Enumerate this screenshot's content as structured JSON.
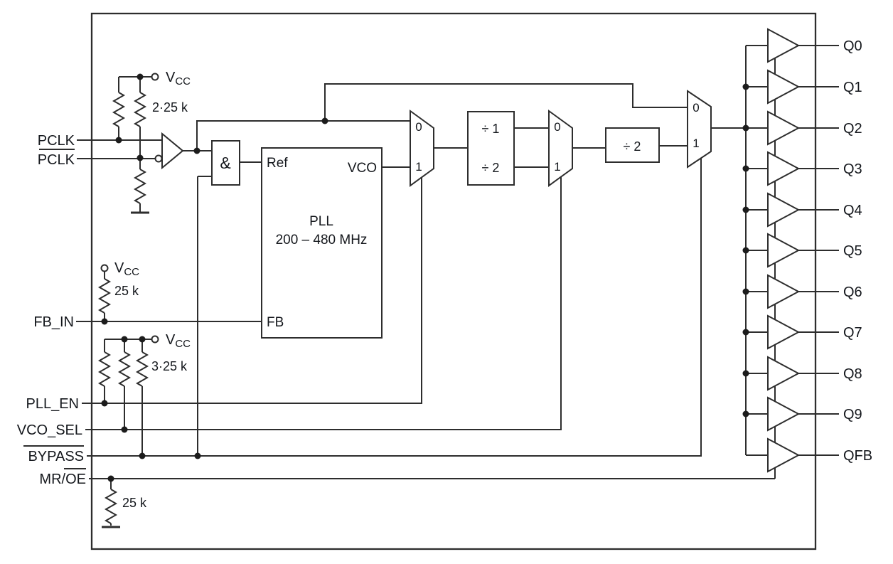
{
  "diagram": {
    "kind": "clock-driver functional block diagram"
  },
  "colors": {
    "ink": "#2d2d2d",
    "text": "#14171c",
    "background": "#ffffff"
  },
  "inputs": {
    "pclk": "PCLK",
    "pclk_b": "PCLK",
    "fb_in": "FB_IN",
    "pll_en": "PLL_EN",
    "vco_sel": "VCO_SEL",
    "bypass": "BYPASS",
    "mr_oe_prefix": "MR/",
    "mr_oe_overline": "OE"
  },
  "outputs": [
    "Q0",
    "Q1",
    "Q2",
    "Q3",
    "Q4",
    "Q5",
    "Q6",
    "Q7",
    "Q8",
    "Q9",
    "QFB"
  ],
  "power": {
    "vcc_main": "V",
    "vcc_sub": "CC"
  },
  "resistors": {
    "pclk_pullup": "2·25 k",
    "fb_pullup": "25 k",
    "ctrl_pullup": "3·25 k",
    "mr_pulldown": "25 k"
  },
  "blocks": {
    "and_gate": "&",
    "pll_ref": "Ref",
    "pll_vco": "VCO",
    "pll_name": "PLL",
    "pll_range": "200 – 480 MHz",
    "pll_fb": "FB",
    "div_by_1": "÷ 1",
    "div_by_2": "÷ 2",
    "div2_out": "÷ 2",
    "mux_in0": "0",
    "mux_in1": "1"
  }
}
